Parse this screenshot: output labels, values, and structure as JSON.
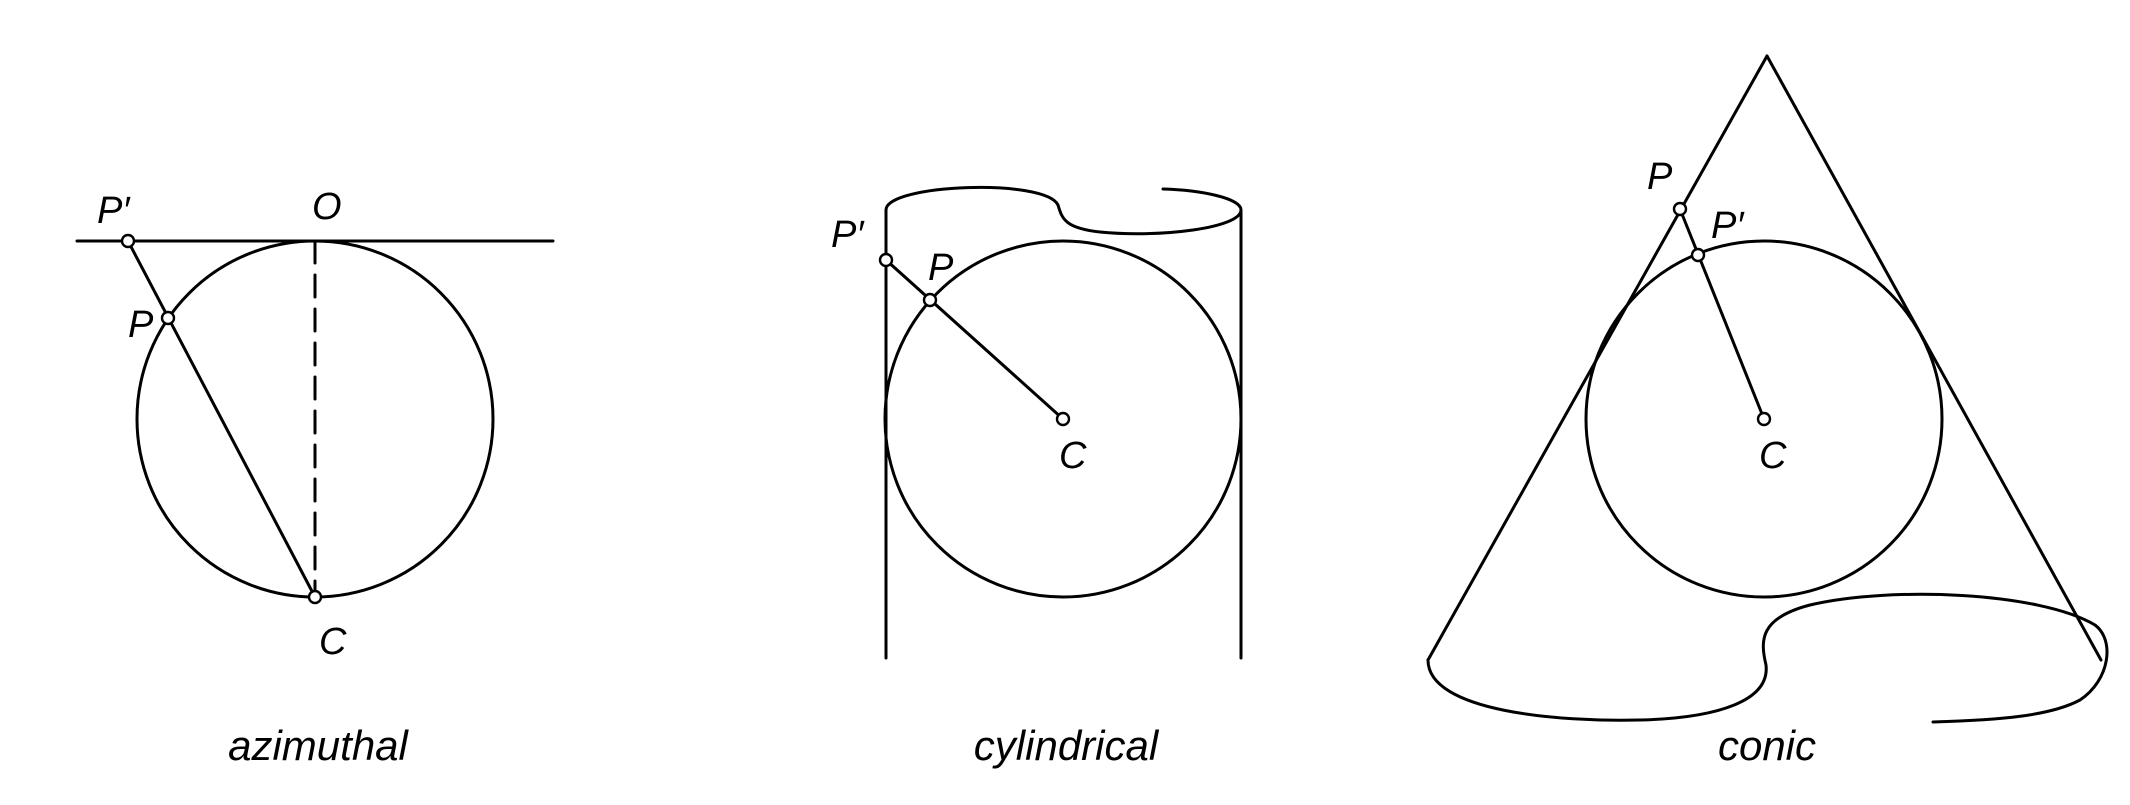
{
  "colors": {
    "ink": "#000000",
    "background": "#ffffff"
  },
  "panels": {
    "azimuthal": {
      "caption": "azimuthal",
      "labels": {
        "p_prime": "P′",
        "o": "O",
        "p": "P",
        "c": "C"
      }
    },
    "cylindrical": {
      "caption": "cylindrical",
      "labels": {
        "p_prime": "P′",
        "p": "P",
        "c": "C"
      }
    },
    "conic": {
      "caption": "conic",
      "labels": {
        "p": "P",
        "p_prime": "P′",
        "c": "C"
      }
    }
  }
}
